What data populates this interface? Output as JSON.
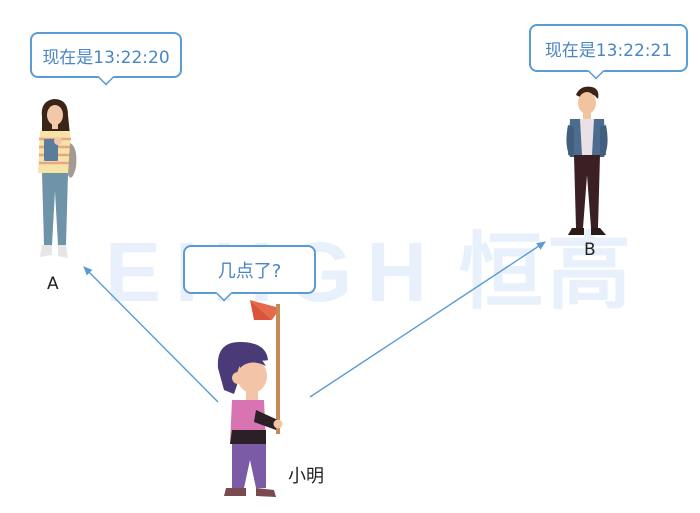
{
  "watermark": {
    "latin": "EHIGH",
    "chinese": "恒高"
  },
  "bubbles": {
    "a": "现在是13:22:20",
    "b": "现在是13:22:21",
    "xiaoming": "几点了?"
  },
  "labels": {
    "a": "A",
    "b": "B",
    "xiaoming": "小明"
  },
  "colors": {
    "bubble_border": "#5b9bd5",
    "bubble_text": "#4a86c5",
    "arrow": "#5b9bd5"
  }
}
